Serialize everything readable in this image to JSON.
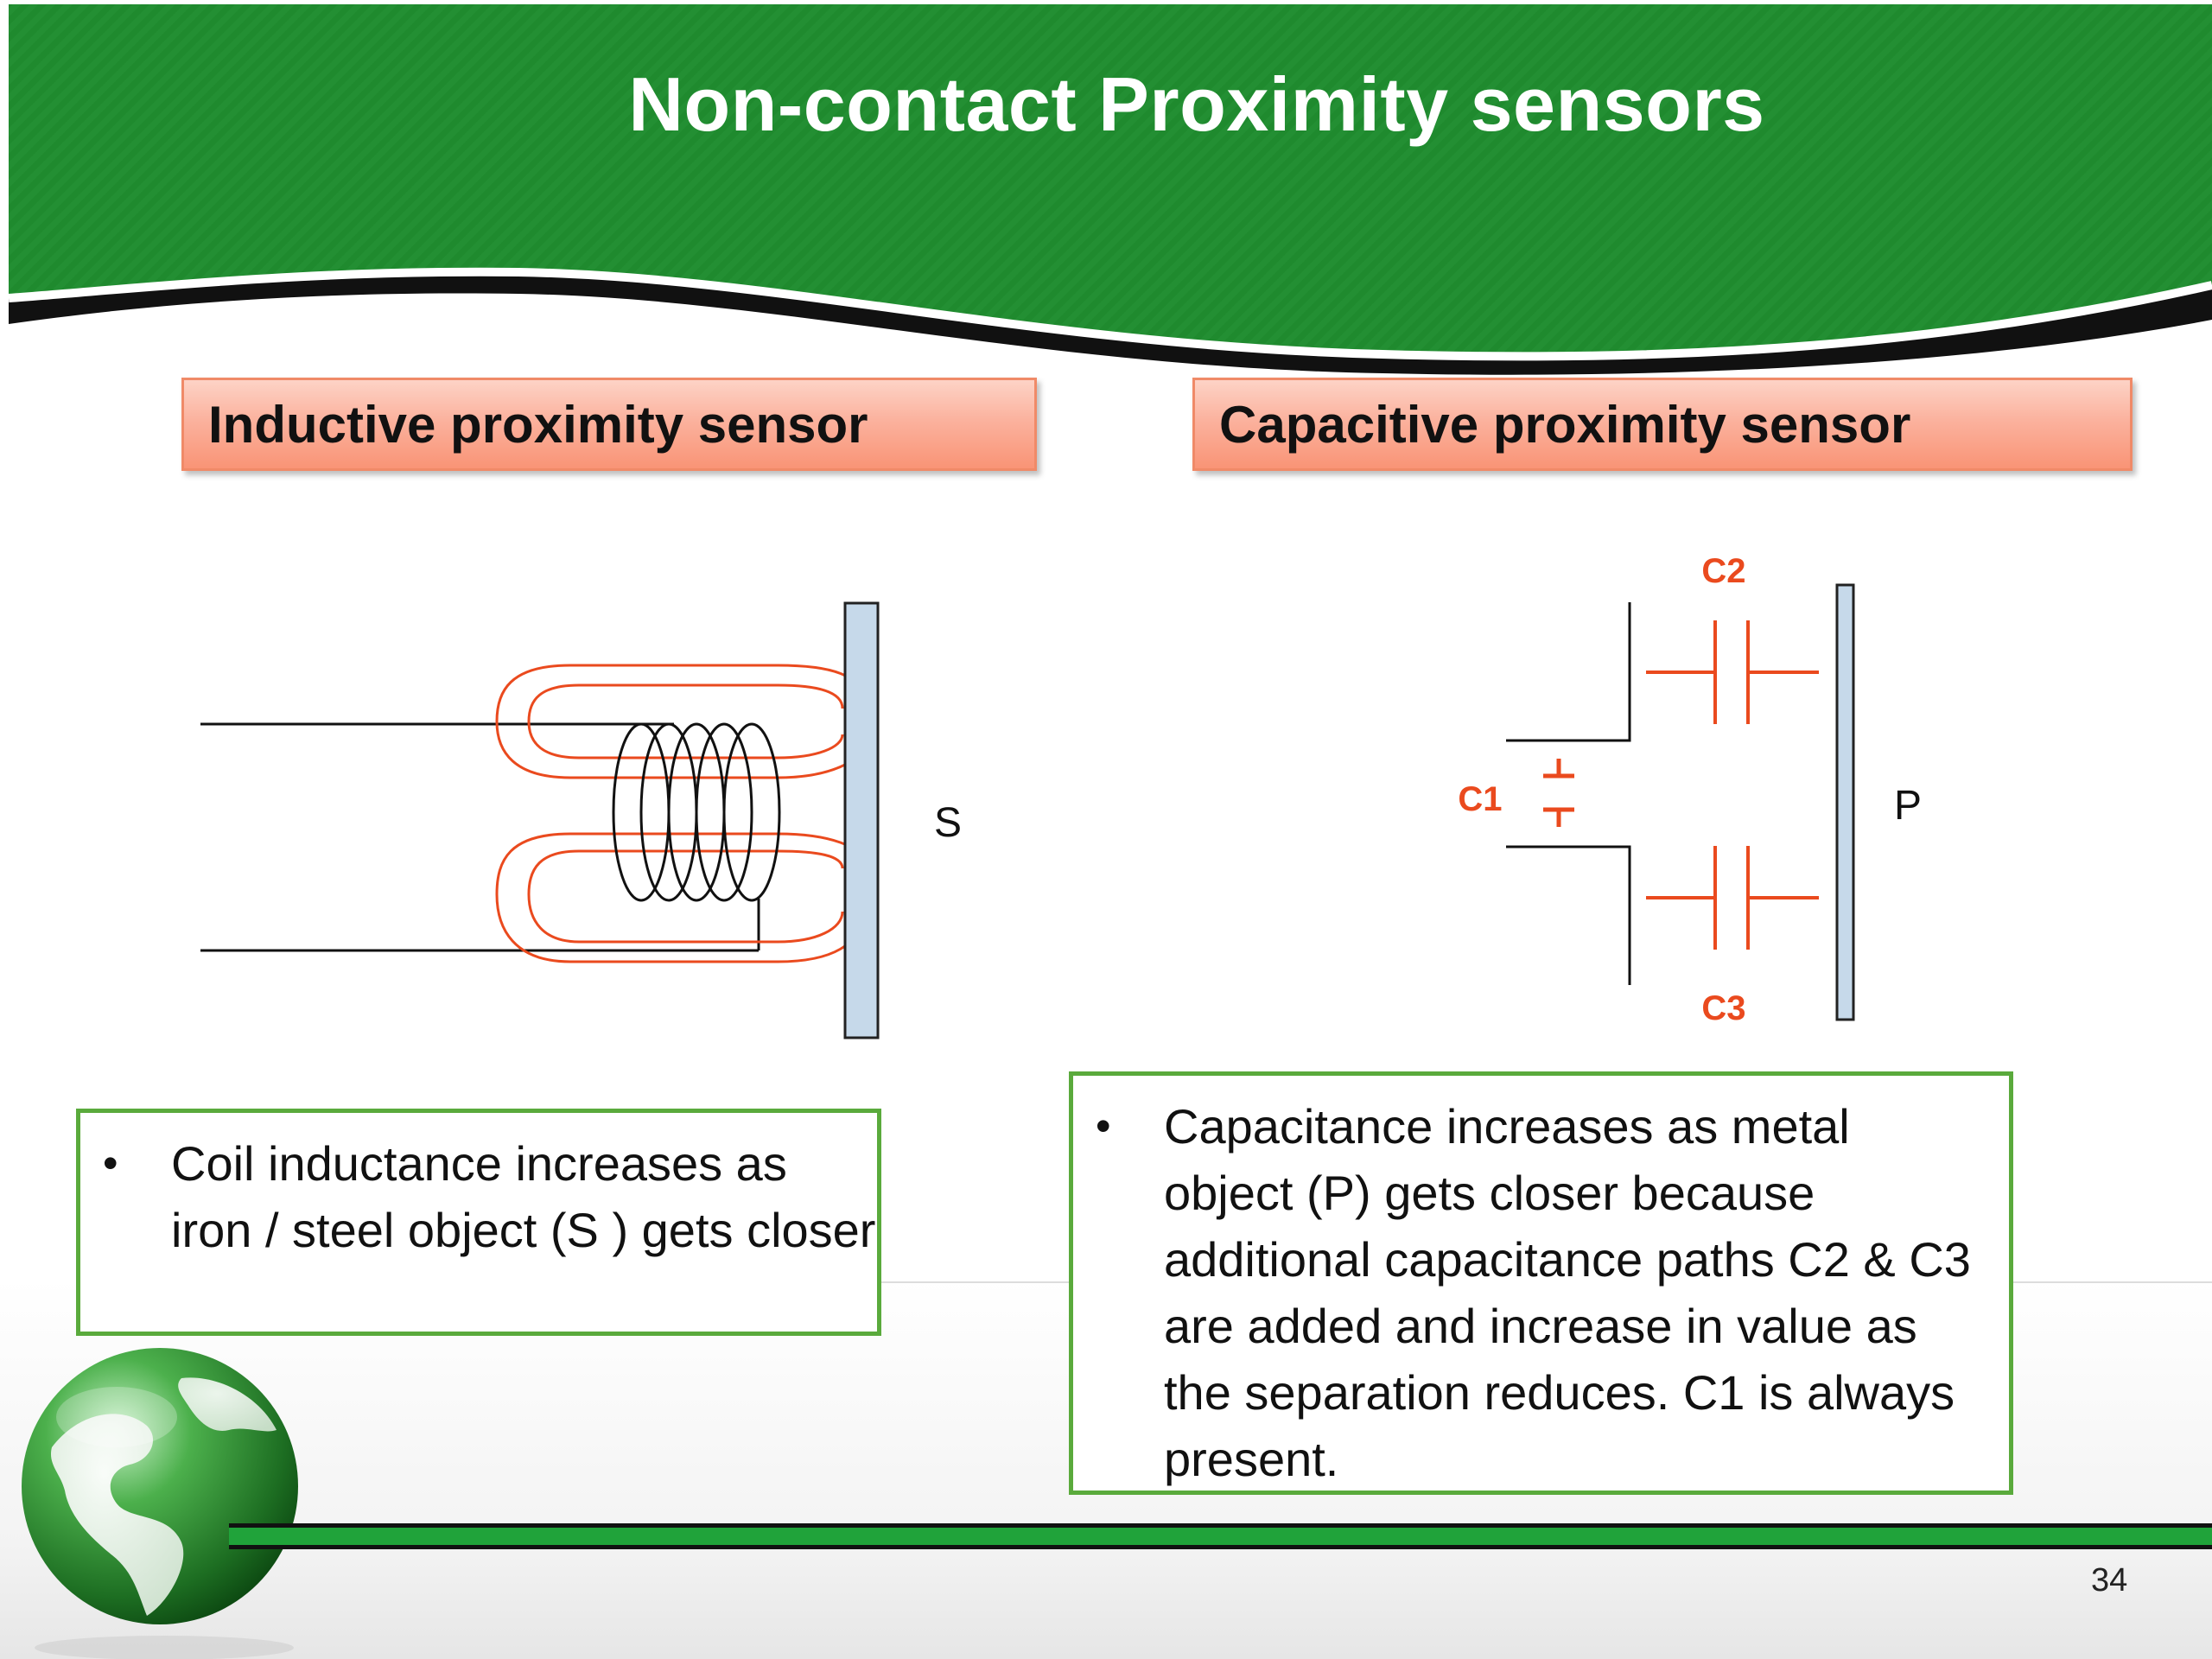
{
  "slide": {
    "title": "Non-contact Proximity sensors",
    "page_number": "34",
    "colors": {
      "header_green": "#1f8a2e",
      "accent_orange": "#ea4a1e",
      "box_border_green": "#5aaa3c",
      "heading_fill": "#fbb29e"
    }
  },
  "inductive": {
    "heading": "Inductive proximity sensor",
    "object_label": "S",
    "bullet": "Coil inductance increases as iron / steel object (S ) gets closer"
  },
  "capacitive": {
    "heading": "Capacitive proximity sensor",
    "object_label": "P",
    "c1_label": "C1",
    "c2_label": "C2",
    "c3_label": "C3",
    "bullet": "Capacitance increases as metal object (P) gets closer because additional capacitance paths C2 & C3 are added and increase in value as the separation reduces.  C1 is always present."
  },
  "decorations": {
    "globe_icon": "earth-globe-icon"
  }
}
